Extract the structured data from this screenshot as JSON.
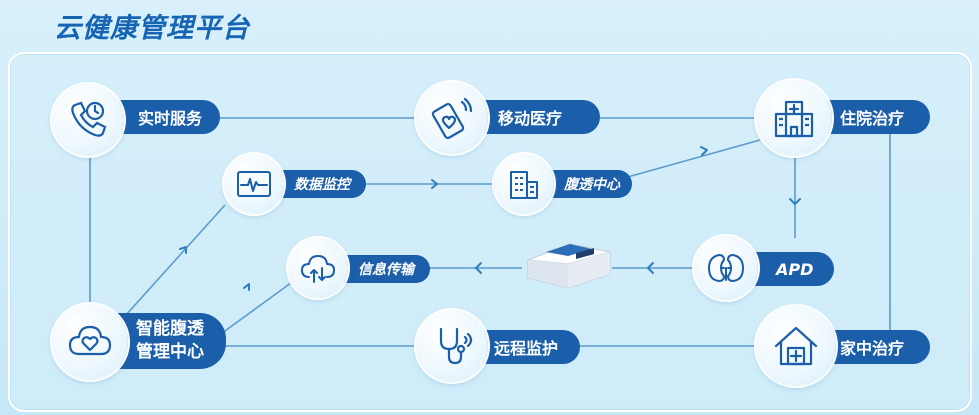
{
  "title": "云健康管理平台",
  "nodes": {
    "realtime": "实时服务",
    "mobile": "移动医疗",
    "inpatient": "住院治疗",
    "monitor": "数据监控",
    "dialysis_center": "腹透中心",
    "info": "信息传输",
    "apd": "APD",
    "smart_center": "智能腹透管理中心",
    "remote": "远程监护",
    "home": "家中治疗"
  },
  "icons": {
    "realtime": "phone-clock-icon",
    "mobile": "mobile-health-icon",
    "inpatient": "hospital-icon",
    "monitor": "ecg-monitor-icon",
    "dialysis_center": "building-icon",
    "info": "cloud-transfer-icon",
    "apd": "kidney-icon",
    "smart_center": "cloud-heart-icon",
    "remote": "stethoscope-icon",
    "home": "home-medical-icon"
  },
  "colors": {
    "accent": "#1b5eaa",
    "title": "#1565b4",
    "line": "#5b9ccc"
  }
}
